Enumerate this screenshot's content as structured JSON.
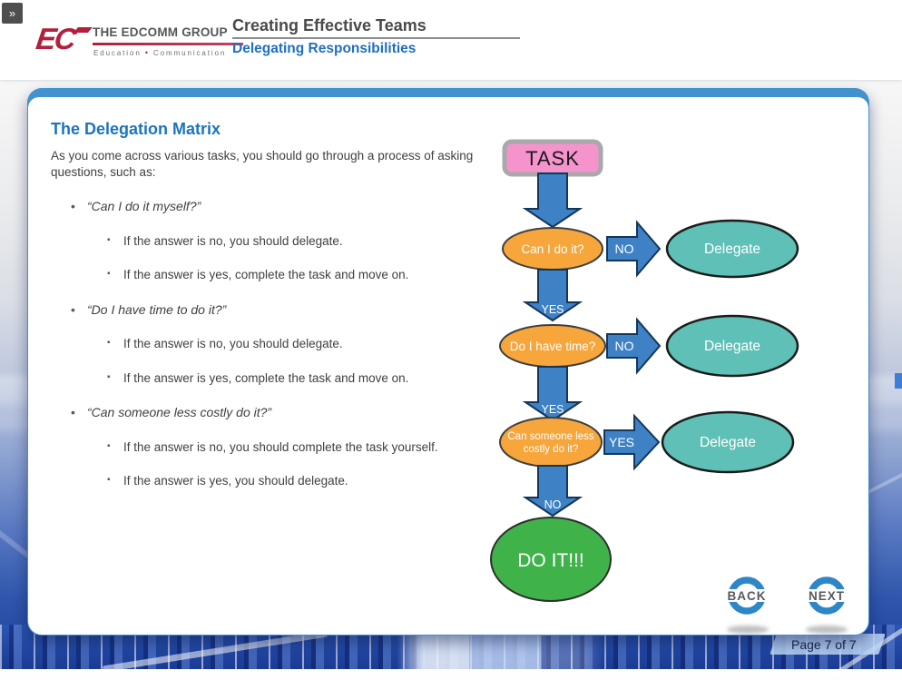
{
  "chrome": {
    "expand_label": "»"
  },
  "header": {
    "logo": {
      "mark": "EC",
      "name": "THE EDCOMM GROUP",
      "tagline_left": "Education",
      "tagline_sep": "•",
      "tagline_right": "Communication"
    },
    "course_title": "Creating Effective Teams",
    "lesson_title": "Delegating Responsibilities"
  },
  "slide": {
    "title": "The Delegation Matrix",
    "intro": "As you come across various tasks, you should go through a process of asking questions, such as:",
    "bullets": [
      {
        "question": "“Can I do it myself?”",
        "answers": [
          "If the answer is no, you should delegate.",
          "If the answer is yes, complete the task and move on."
        ]
      },
      {
        "question": "“Do I have time to do it?”",
        "answers": [
          "If the answer is no, you should delegate.",
          "If the answer is yes, complete the task and move on."
        ]
      },
      {
        "question": "“Can someone less costly do it?”",
        "answers": [
          "If the answer is no, you should complete the task yourself.",
          "If the answer is yes, you should delegate."
        ]
      }
    ]
  },
  "flowchart": {
    "task": "TASK",
    "q1": "Can I do it?",
    "q1_branch": "NO",
    "delegate1": "Delegate",
    "yes2": "YES",
    "q2": "Do I have time?",
    "q2_branch": "NO",
    "delegate2": "Delegate",
    "yes3": "YES",
    "q3_line1": "Can someone less",
    "q3_line2": "costly do it?",
    "q3_branch": "YES",
    "delegate3": "Delegate",
    "no4": "NO",
    "final": "DO IT!!!"
  },
  "nav": {
    "back_label": "BACK",
    "next_label": "NEXT"
  },
  "footer": {
    "page_indicator": "Page 7 of 7"
  },
  "colors": {
    "task_pink": "#f593cd",
    "question_orange": "#f7a63c",
    "delegate_teal": "#5ec0b6",
    "do_it_green": "#3fb24a",
    "arrow_blue": "#3e82c5",
    "nav_blue": "#2f86c7",
    "accent_blue": "#1f6fbf",
    "card_top_blue": "#4192cf",
    "logo_crimson": "#b1213e"
  }
}
